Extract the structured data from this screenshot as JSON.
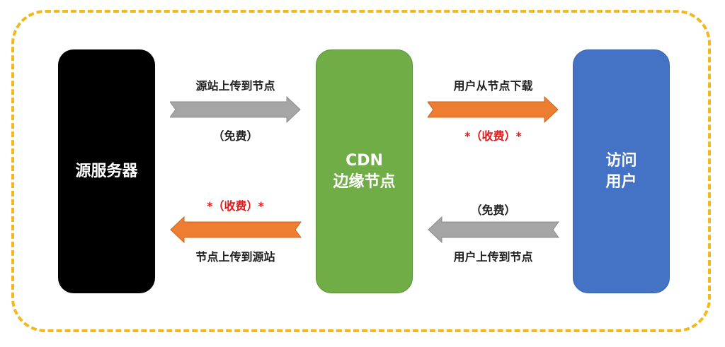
{
  "nodes": {
    "origin": {
      "label": "源服务器"
    },
    "edge": {
      "line1": "CDN",
      "line2": "边缘节点"
    },
    "visitor": {
      "line1": "访问",
      "line2": "用户"
    }
  },
  "edges": {
    "origin_to_edge": {
      "label": "源站上传到节点",
      "fee": "（免费）"
    },
    "edge_to_visitor": {
      "label": "用户从节点下载",
      "fee": "*（收费）*"
    },
    "edge_to_origin": {
      "label": "节点上传到源站",
      "fee": "*（收费）*"
    },
    "visitor_to_edge": {
      "label": "用户上传到节点",
      "fee": "（免费）"
    }
  },
  "colors": {
    "frame": "#f5b81c",
    "origin": "#000000",
    "edge": "#70ad47",
    "visitor": "#4472c4",
    "free_arrow": "#a5a5a5",
    "paid_arrow": "#ed7d31",
    "paid_text": "#e01b1b"
  }
}
